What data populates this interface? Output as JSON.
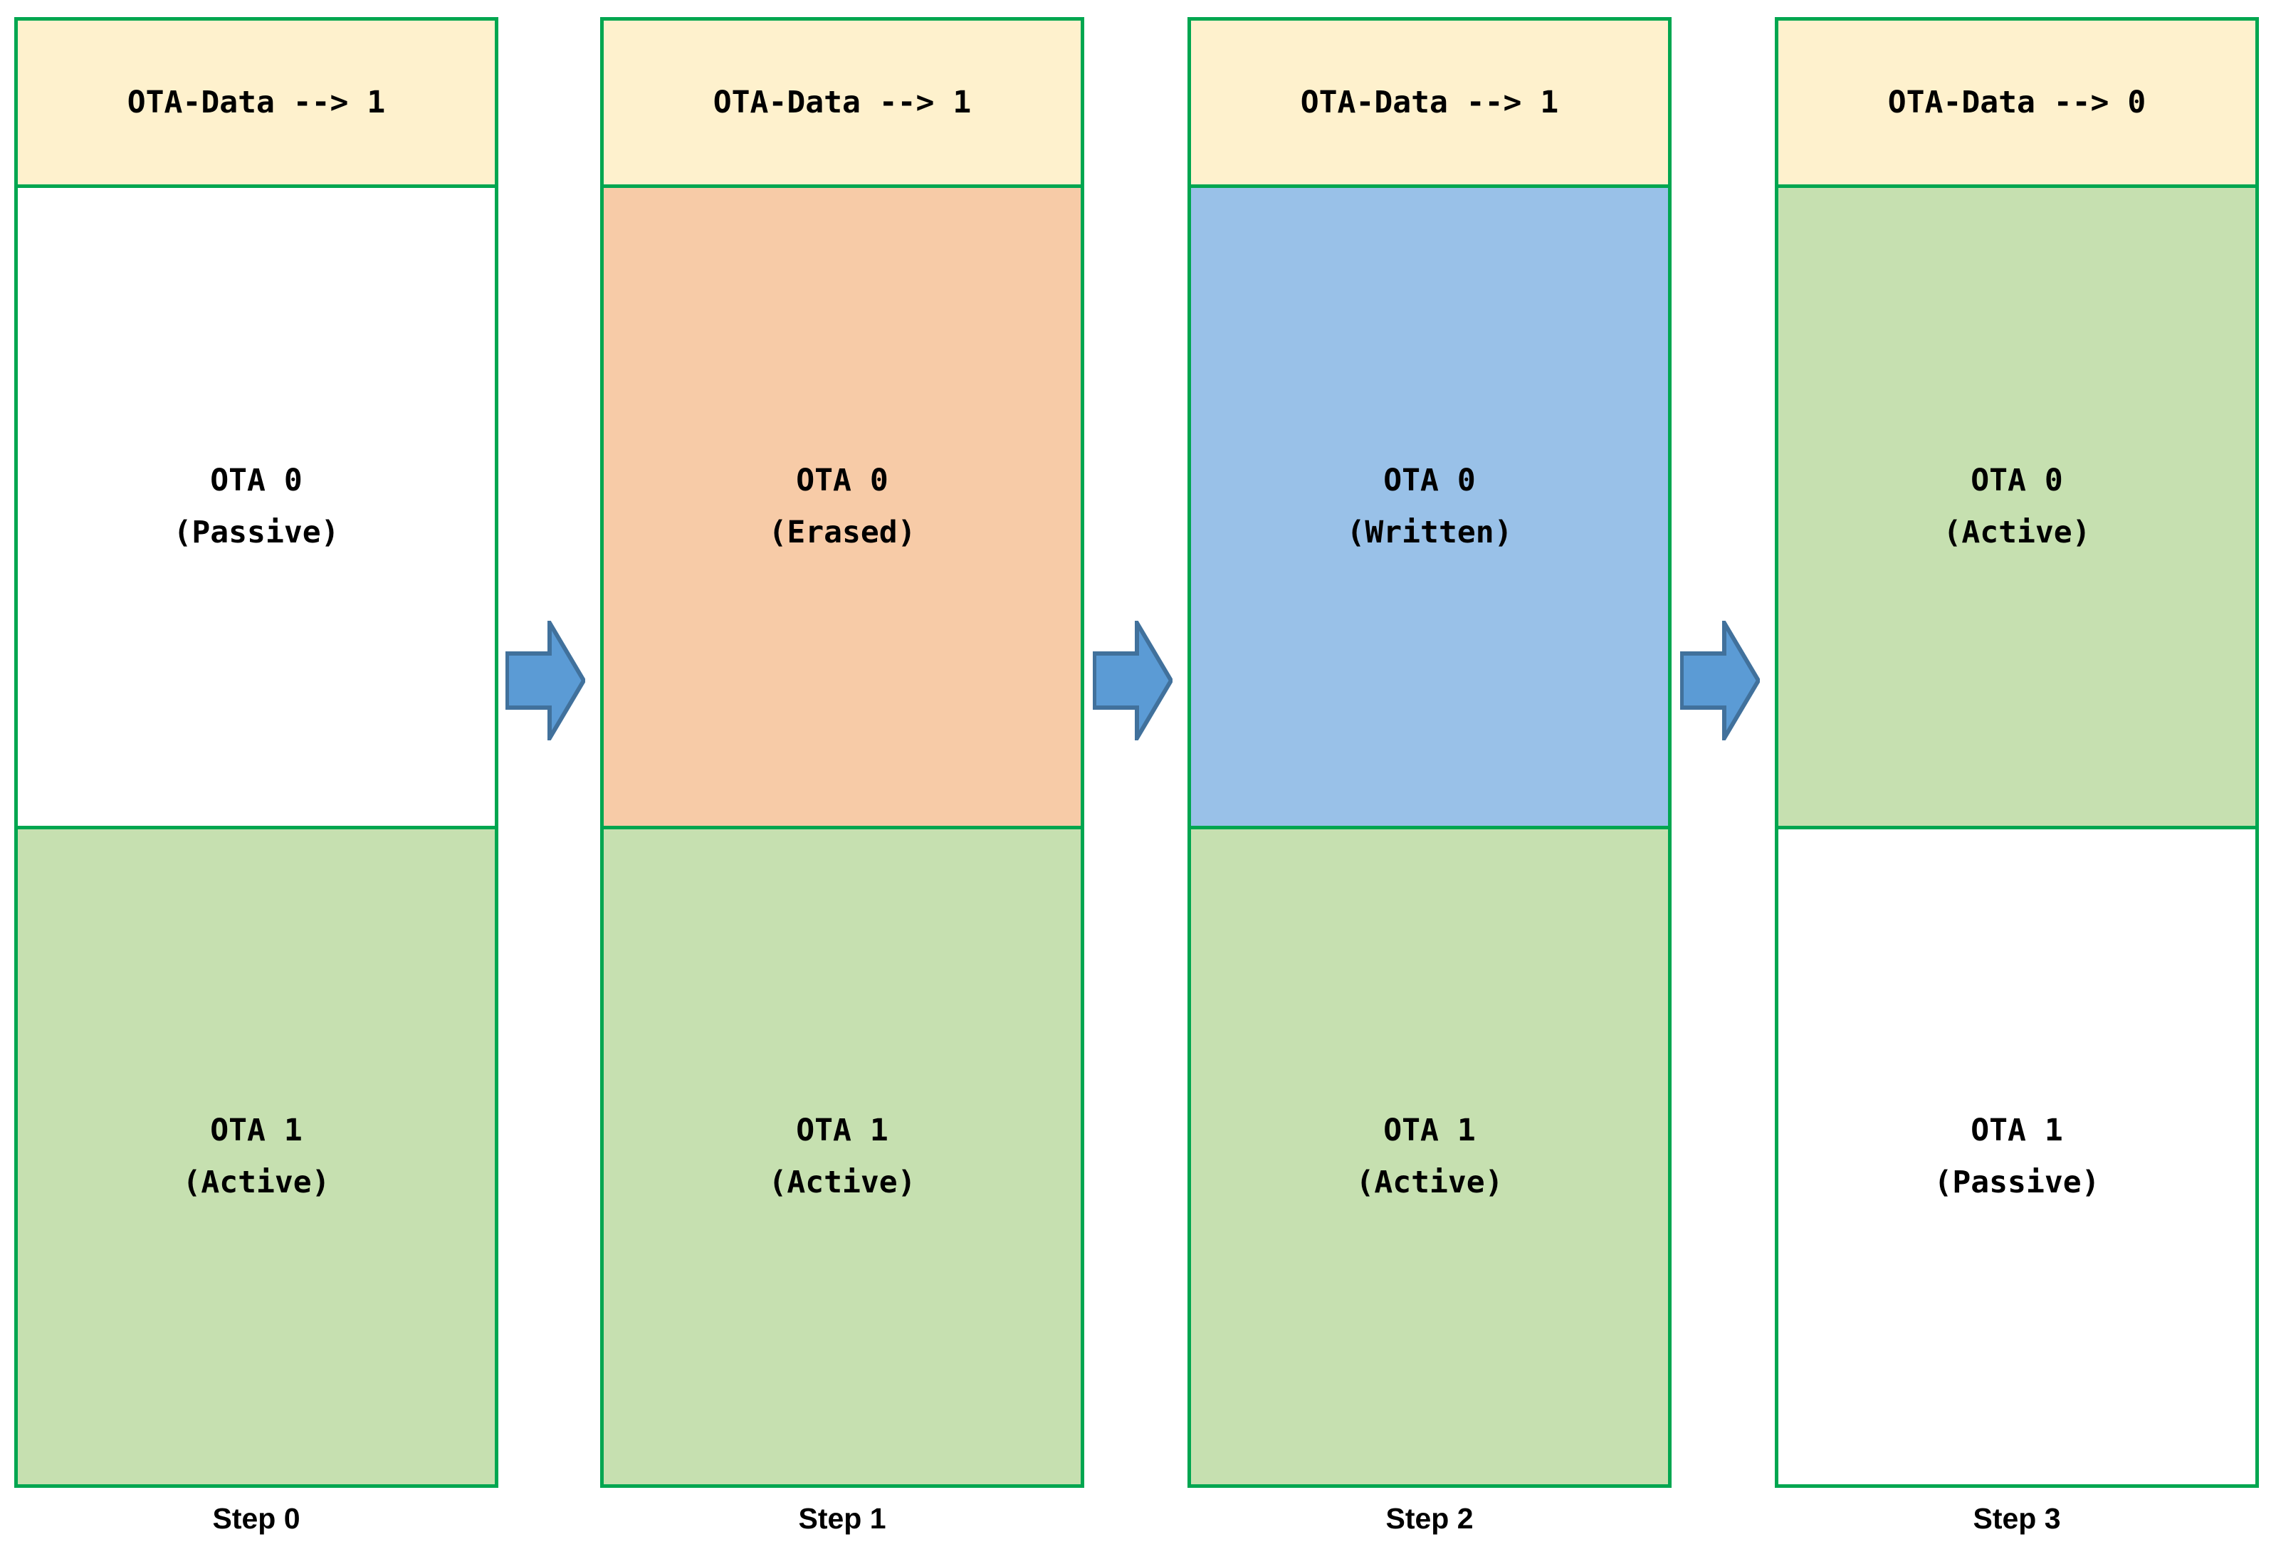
{
  "diagram": {
    "title_text": "",
    "colors": {
      "border_green": "#00A650",
      "header_yellow": "#FEF1CD",
      "active_green": "#C6E0B0",
      "erased_peach": "#F7CBA7",
      "written_blue": "#99C1E8",
      "passive_white": "#FFFFFF",
      "arrow_fill": "#5B9BD5",
      "arrow_stroke": "#41719C"
    },
    "steps": [
      {
        "caption": "Step 0",
        "header": "OTA-Data --> 1",
        "header_fill": "#FEF1CD",
        "slot_a": {
          "name": "OTA 0",
          "state": "(Passive)",
          "fill": "#FFFFFF"
        },
        "slot_b": {
          "name": "OTA 1",
          "state": "(Active)",
          "fill": "#C6E0B0"
        }
      },
      {
        "caption": "Step 1",
        "header": "OTA-Data --> 1",
        "header_fill": "#FEF1CD",
        "slot_a": {
          "name": "OTA 0",
          "state": "(Erased)",
          "fill": "#F7CBA7"
        },
        "slot_b": {
          "name": "OTA 1",
          "state": "(Active)",
          "fill": "#C6E0B0"
        }
      },
      {
        "caption": "Step 2",
        "header": "OTA-Data --> 1",
        "header_fill": "#FEF1CD",
        "slot_a": {
          "name": "OTA 0",
          "state": "(Written)",
          "fill": "#99C1E8"
        },
        "slot_b": {
          "name": "OTA 1",
          "state": "(Active)",
          "fill": "#C6E0B0"
        }
      },
      {
        "caption": "Step 3",
        "header": "OTA-Data --> 0",
        "header_fill": "#FEF1CD",
        "slot_a": {
          "name": "OTA 0",
          "state": "(Active)",
          "fill": "#C6E0B0"
        },
        "slot_b": {
          "name": "OTA 1",
          "state": "(Passive)",
          "fill": "#FFFFFF"
        }
      }
    ],
    "arrows": [
      {
        "icon": "right-arrow-icon",
        "from": "Step 0",
        "to": "Step 1"
      },
      {
        "icon": "right-arrow-icon",
        "from": "Step 1",
        "to": "Step 2"
      },
      {
        "icon": "right-arrow-icon",
        "from": "Step 2",
        "to": "Step 3"
      }
    ]
  }
}
